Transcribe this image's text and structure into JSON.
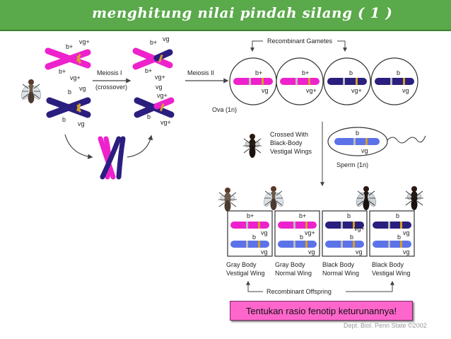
{
  "title": "menghitung nilai pindah silang ( 1 )",
  "labels": {
    "meiosis1_line1": "Meiosis I",
    "meiosis1_line2": "(crossover)",
    "meiosis2": "Meiosis II",
    "recombinant_gametes": "Recombinant Gametes",
    "ova": "Ova (1n)",
    "crossed_line1": "Crossed With",
    "crossed_line2": "Black-Body",
    "crossed_line3": "Vestigal Wings",
    "sperm": "Sperm (1n)",
    "recombinant_offspring": "Recombinant Offspring"
  },
  "alleles": {
    "b_plus": "b+",
    "b": "b",
    "vg_plus": "vg+",
    "vg": "vg"
  },
  "offspring": [
    {
      "line1": "Gray Body",
      "line2": "Vestigal Wing"
    },
    {
      "line1": "Gray Body",
      "line2": "Normal Wing"
    },
    {
      "line1": "Black Body",
      "line2": "Normal Wing"
    },
    {
      "line1": "Black Body",
      "line2": "Vestigal Wing"
    }
  ],
  "question": "Tentukan rasio fenotip keturunannya!",
  "credit": "Dept. Biol. Penn State ©2002",
  "colors": {
    "title_bg": "#5aa94a",
    "magenta": "#ee22cc",
    "navy": "#2a1e7e",
    "blue_sperm": "#5b72e8",
    "band": "#d4a02a",
    "question_bg": "#ff66cc"
  }
}
